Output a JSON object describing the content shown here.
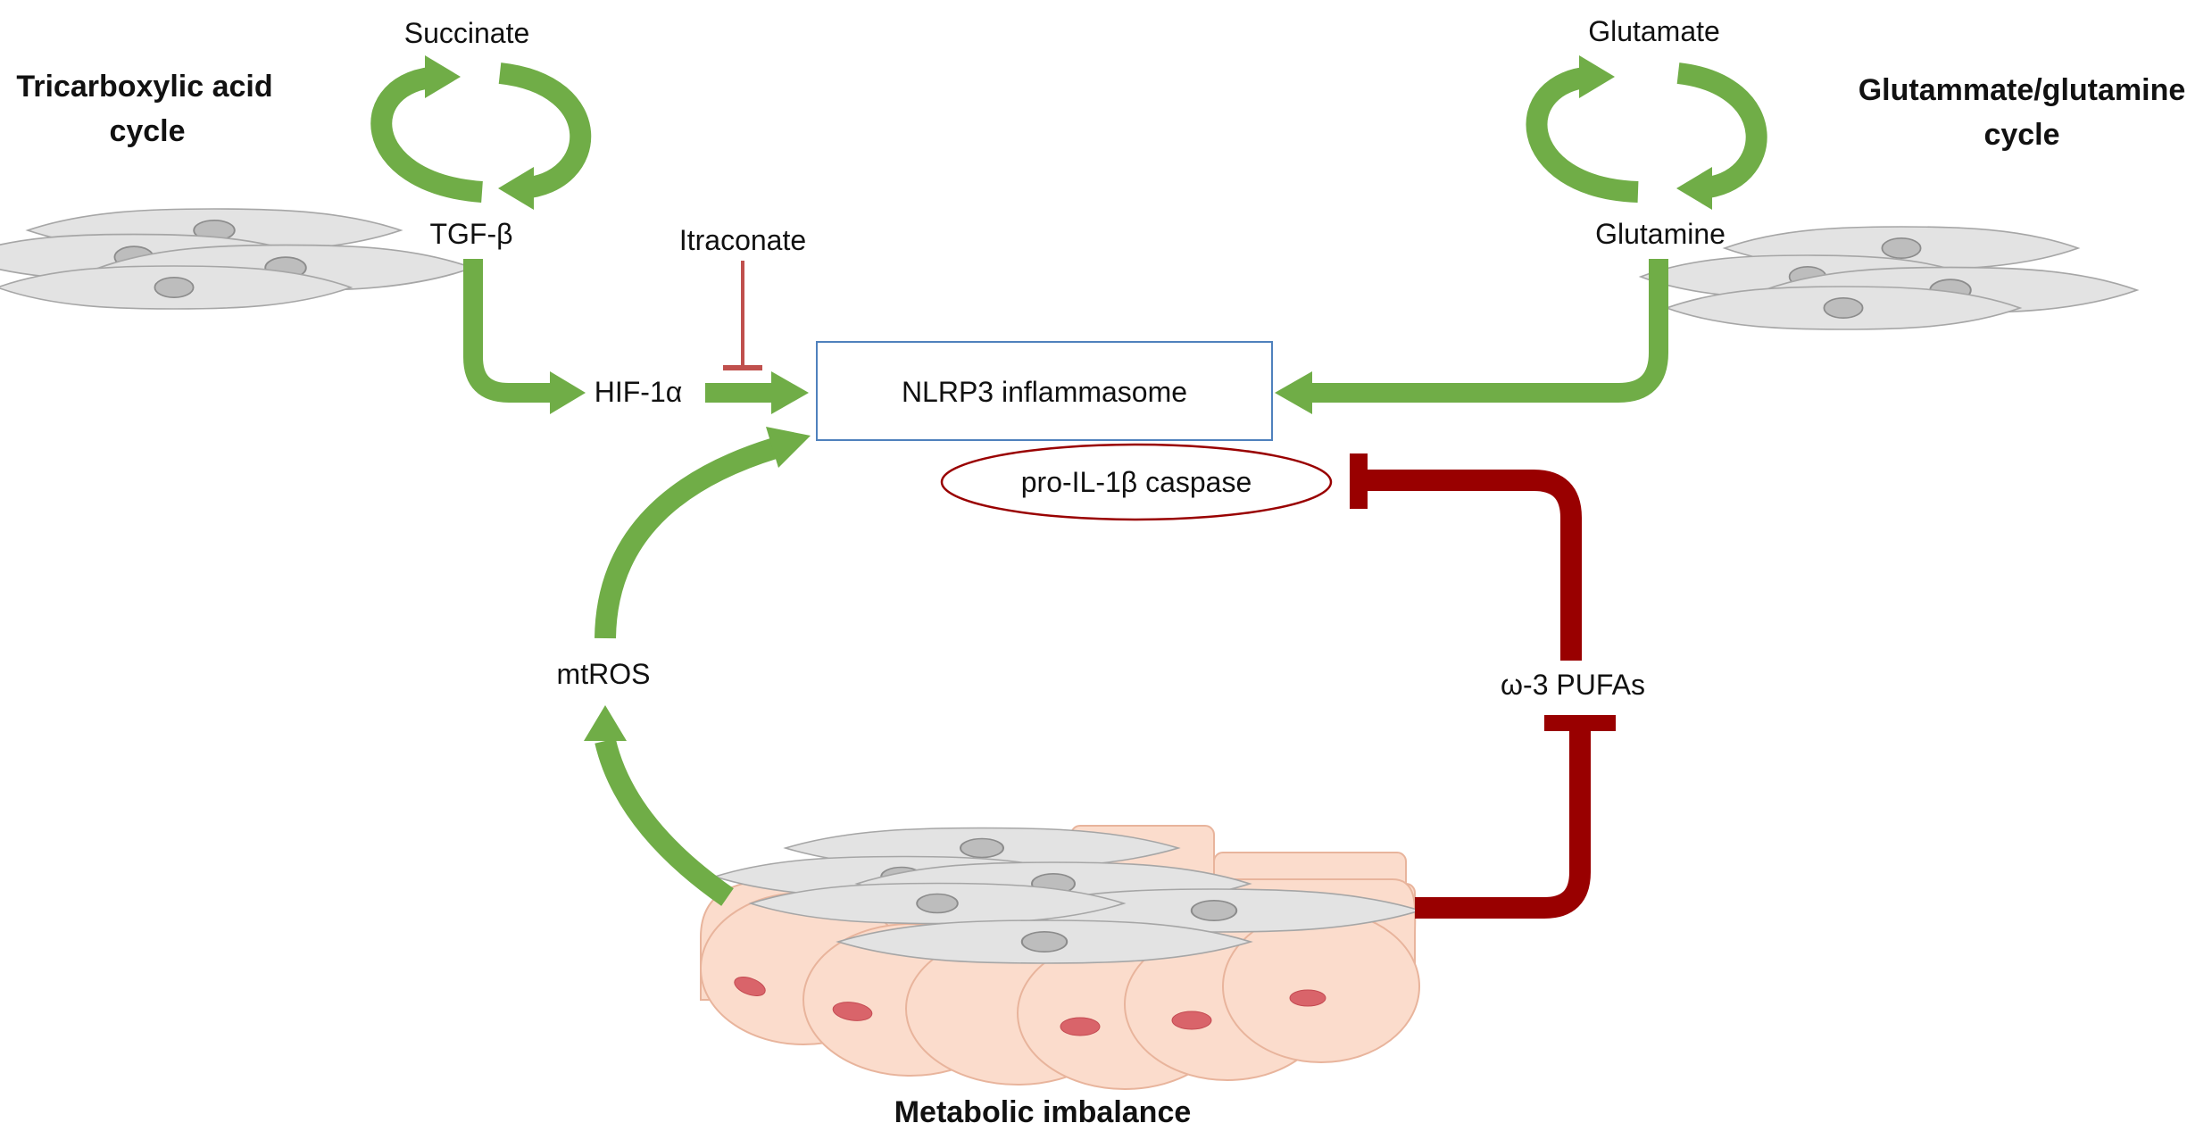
{
  "colors": {
    "activation": "#70ad47",
    "inhibition_strong": "#990000",
    "inhibition_thin": "#c0504d",
    "box_border": "#4f81bd",
    "ellipse_border": "#990000"
  },
  "labels": {
    "tca_title_line1": "Tricarboxylic acid",
    "tca_title_line2": "cycle",
    "gg_title_line1": "Glutammate/glutamine",
    "gg_title_line2": "cycle",
    "succinate": "Succinate",
    "tgf_beta": "TGF-β",
    "glutamate": "Glutamate",
    "glutamine": "Glutamine",
    "itraconate": "Itraconate",
    "hif1a": "HIF-1α",
    "nlrp3": "NLRP3 inflammasome",
    "pro_il1b": "pro-IL-1β caspase",
    "mtros": "mtROS",
    "omega3": "ω-3 PUFAs",
    "metabolic_imbalance": "Metabolic imbalance"
  }
}
